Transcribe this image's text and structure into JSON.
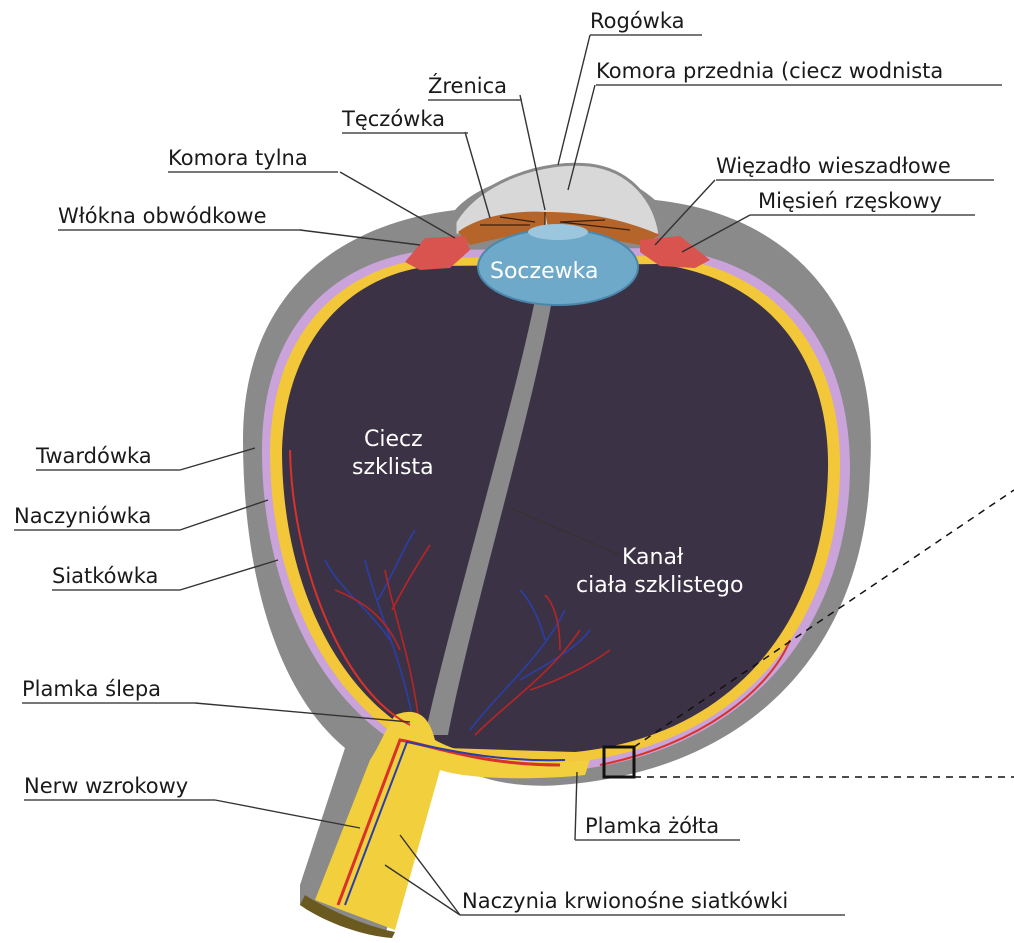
{
  "labels": {
    "cornea": "Rogówka",
    "anterior_chamber": "Komora przednia (ciecz wodnista",
    "pupil": "Źrenica",
    "iris": "Tęczówka",
    "posterior_chamber": "Komora tylna",
    "zonular_fibers": "Włókna obwódkowe",
    "suspensory_ligament": "Więzadło wieszadłowe",
    "ciliary_muscle": "Mięsień rzęskowy",
    "lens": "Soczewka",
    "vitreous_line1": "Ciecz",
    "vitreous_line2": "szklista",
    "canal_line1": "Kanał",
    "canal_line2": "ciała szklistego",
    "sclera": "Twardówka",
    "choroid": "Naczyniówka",
    "retina": "Siatkówka",
    "blind_spot": "Plamka ślepa",
    "optic_nerve": "Nerw wzrokowy",
    "macula": "Plamka żółta",
    "retinal_vessels": "Naczynia krwionośne siatkówki"
  },
  "colors": {
    "sclera": "#8a8a8a",
    "choroid": "#c9a3d9",
    "retina": "#f3c73a",
    "vitreous": "#3c3245",
    "iris": "#b5652a",
    "ciliary": "#d9534f",
    "lens": "#6fa9c9",
    "cornea": "#d4d4d4",
    "nerve": "#f2cf3c",
    "artery": "#d8322a",
    "vein": "#2a3fa8"
  }
}
